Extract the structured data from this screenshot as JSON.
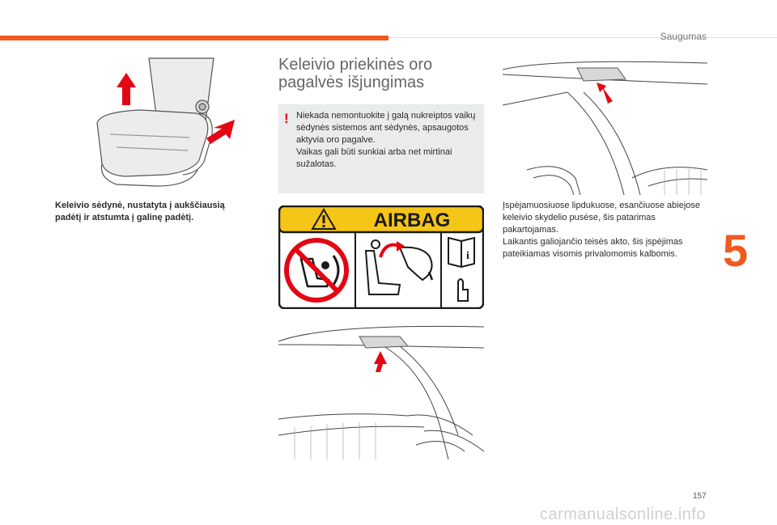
{
  "header": {
    "section": "Saugumas"
  },
  "chapter": {
    "number": "5"
  },
  "footer": {
    "page_number": "157",
    "watermark": "carmanualsonline.info"
  },
  "left": {
    "caption": "Keleivio sėdynė, nustatyta į aukščiausią padėtį ir atstumta į galinę padėtį."
  },
  "middle": {
    "heading_line1": "Keleivio priekinės oro",
    "heading_line2": "pagalvės išjungimas",
    "warning_mark": "!",
    "warning_line1": "Niekada nemontuokite į galą nukreiptos vaikų sėdynės sistemos ant sėdynės, apsaugotos aktyvia oro pagalve.",
    "warning_line2": "Vaikas gali būti sunkiai arba net mirtinai sužalotas.",
    "label_title": "AIRBAG"
  },
  "right": {
    "para1": "Įspėjamuosiuose lipdukuose, esančiuose abiejose keleivio skydelio pusėse, šis patarimas pakartojamas.",
    "para2": "Laikantis galiojančio teisės akto, šis įspėjimas pateikiamas visomis privalomomis kalbomis."
  },
  "colors": {
    "accent": "#f05a1e",
    "warning_red": "#e30613",
    "label_yellow": "#f5c518"
  },
  "icons": [
    "seat-illustration",
    "warning-triangle-icon",
    "no-rear-facing-child-seat-icon",
    "seat-airbag-icon",
    "manual-book-icon",
    "dashboard-sticker-illustration"
  ]
}
